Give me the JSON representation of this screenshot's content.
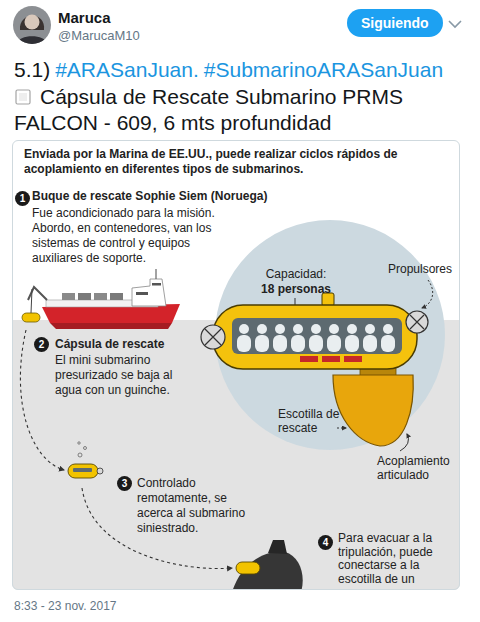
{
  "diagram": {
    "nodes": [
      {
        "text": [
          "Siguiendo"
        ]
      },
      {
        "text": [
          "Enviada por la Marina de EE.UU., puede realizar ciclos rápidos de acoplamiento en diferentes tipos de submarinos."
        ]
      },
      {
        "text": [
          "1"
        ],
        "in": 1
      },
      {
        "text": [
          "Capacidad:",
          "18 personas",
          "Escotilla de rescate"
        ],
        "in": 1
      },
      {
        "text": [
          "2"
        ],
        "in": 1
      },
      {
        "text": [
          "3"
        ],
        "in": 1
      },
      {
        "text": [
          "4"
        ],
        "in": 1
      }
    ],
    "labels": [
      "Maruca",
      "@MarucaM10",
      "5.1)",
      "#ARASanJuan.",
      "#SubmarinoARASanJuan",
      "Cápsula de Rescate Submarino PRMS FALCON - 609, 6 mts profundidad",
      "Buque de rescate Sophie Siem (Noruega)",
      "Fue acondicionado para la misión. Abordo, en contenedores, van los sistemas de control y equipos auxiliares de soporte.",
      "Propulsores",
      "Cápsula de rescate",
      "El mini submarino presurizado se baja al agua con un guinche.",
      "Acoplamiento articulado",
      "Controlado remotamente, se acerca al submarino siniestrado.",
      "Para evacuar a la tripulación, puede conectarse a la escotilla de un",
      "8:33 - 23 nov. 2017"
    ]
  }
}
